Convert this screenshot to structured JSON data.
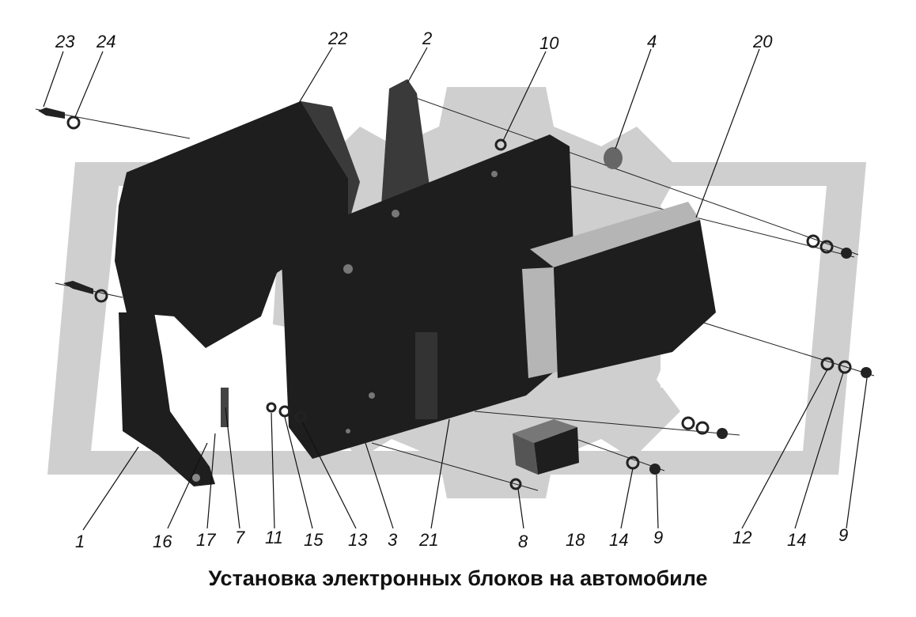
{
  "caption": "Установка электронных блоков на автомобиле",
  "colors": {
    "watermark": "#cfcfcf",
    "part_dark": "#1e1e1e",
    "part_mid": "#3a3a3a",
    "connector": "#b5b5b5",
    "ink": "#111111"
  },
  "callouts": [
    {
      "id": "23",
      "label": "23"
    },
    {
      "id": "24",
      "label": "24"
    },
    {
      "id": "22",
      "label": "22"
    },
    {
      "id": "2",
      "label": "2"
    },
    {
      "id": "10",
      "label": "10"
    },
    {
      "id": "4",
      "label": "4"
    },
    {
      "id": "20",
      "label": "20"
    },
    {
      "id": "1",
      "label": "1"
    },
    {
      "id": "16",
      "label": "16"
    },
    {
      "id": "17",
      "label": "17"
    },
    {
      "id": "7",
      "label": "7"
    },
    {
      "id": "11",
      "label": "11"
    },
    {
      "id": "15",
      "label": "15"
    },
    {
      "id": "13",
      "label": "13"
    },
    {
      "id": "3",
      "label": "3"
    },
    {
      "id": "21",
      "label": "21"
    },
    {
      "id": "8",
      "label": "8"
    },
    {
      "id": "18",
      "label": "18"
    },
    {
      "id": "14a",
      "label": "14"
    },
    {
      "id": "9a",
      "label": "9"
    },
    {
      "id": "12",
      "label": "12"
    },
    {
      "id": "14b",
      "label": "14"
    },
    {
      "id": "9b",
      "label": "9"
    }
  ]
}
